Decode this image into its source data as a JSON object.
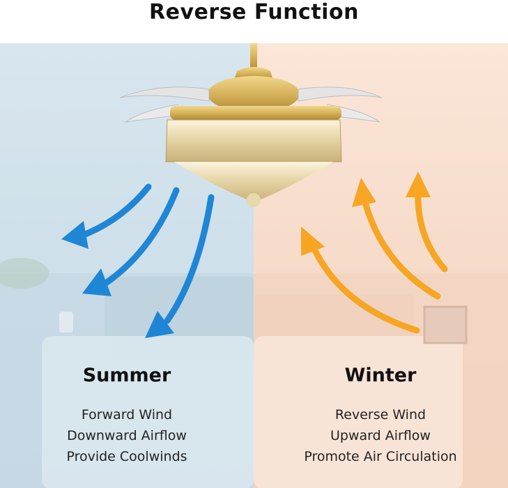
{
  "title": "Reverse Function",
  "summer": {
    "heading": "Summer",
    "lines": [
      "Forward Wind",
      "Downward Airflow",
      "Provide Coolwinds"
    ],
    "arrow_color": "#1f86d6"
  },
  "winter": {
    "heading": "Winter",
    "lines": [
      "Reverse Wind",
      "Upward Airflow",
      "Promote Air Circulation"
    ],
    "arrow_color": "#f6a623"
  },
  "colors": {
    "summer_bg": "#d4e4ed",
    "winter_bg": "#f8dfcf",
    "fan_gold": "#d6b25a"
  }
}
